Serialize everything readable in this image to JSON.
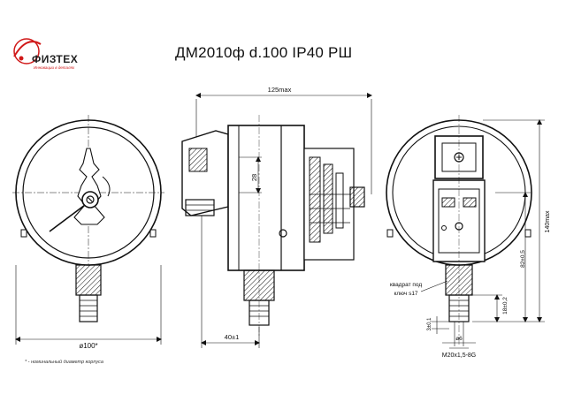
{
  "header": {
    "title": "ДМ2010ф d.100 IP40 РШ"
  },
  "logo": {
    "name": "ФИЗТЕХ",
    "tagline": "Инновации в деталях",
    "accent_color": "#d01818"
  },
  "footnote": "* - номинальный диаметр корпуса",
  "dimensions": {
    "front_diameter": "ø100*",
    "overall_length": "125max",
    "connector_height": "28",
    "base_width": "40±1",
    "total_height": "140max",
    "center_height": "82±0,5",
    "wrench_note_line1": "квадрат под",
    "wrench_note_line2": "ключ  s17",
    "thread_length": "18±0,2",
    "chamfer": "3±0,1",
    "bore_diameter": "ø6",
    "thread": "M20x1,5-8G"
  }
}
